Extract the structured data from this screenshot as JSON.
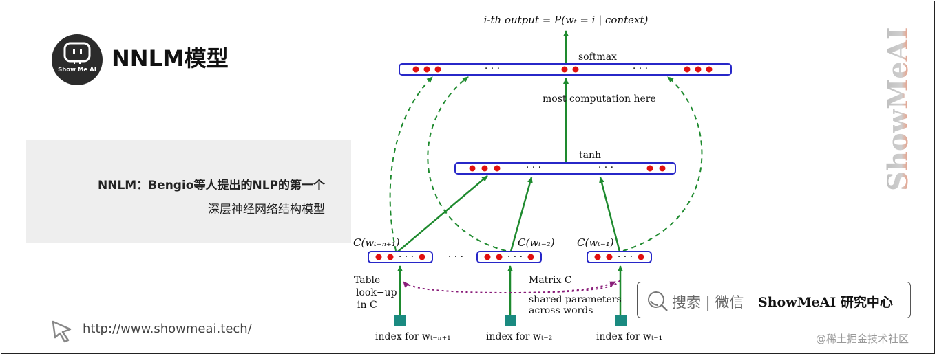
{
  "header": {
    "logo_text": "Show Me AI",
    "title": "NNLM模型"
  },
  "description": {
    "line1": "NNLM：Bengio等人提出的NLP的第一个",
    "line2": "深层神经网络结构模型"
  },
  "footer": {
    "url": "http://www.showmeai.tech/",
    "watermark": "@稀土掘金技术社区"
  },
  "brand_vertical": "ShowMeAI",
  "search": {
    "text": "搜索 | 微信",
    "brand": "ShowMeAI 研究中心"
  },
  "diagram": {
    "output_label": "i-th output = P(wₜ = i | context)",
    "softmax_label": "softmax",
    "computation_label": "most computation here",
    "tanh_label": "tanh",
    "ellipsis": "· · ·",
    "embedding_labels": [
      "C(wₜ₋ₙ₊₁)",
      "C(wₜ₋₂)",
      "C(wₜ₋₁)"
    ],
    "lookup_label": [
      "Table",
      "look−up",
      "in C"
    ],
    "matrix_label": "Matrix C",
    "shared_label": [
      "shared parameters",
      "across words"
    ],
    "index_labels": [
      "index for wₜ₋ₙ₊₁",
      "index for wₜ₋₂",
      "index for wₜ₋₁"
    ],
    "colors": {
      "box_border": "#2727c8",
      "neuron": "#e01010",
      "arrow": "#1e8a2e",
      "dashed": "#1e8a2e",
      "shared": "#8a1e7a",
      "input_square": "#1a8a80"
    }
  }
}
